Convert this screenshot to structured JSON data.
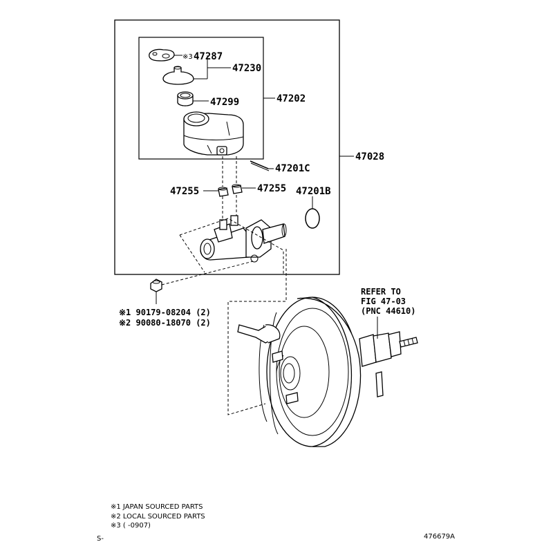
{
  "parts": {
    "p47287": "47287",
    "p47287_prefix": "※3",
    "p47230": "47230",
    "p47299": "47299",
    "p47202": "47202",
    "p47028": "47028",
    "p47201C": "47201C",
    "p47255_left": "47255",
    "p47255_right": "47255",
    "p47201B": "47201B",
    "fastener1": "※1 90179-08204 (2)",
    "fastener2": "※2 90080-18070 (2)"
  },
  "refer": {
    "line1": "REFER TO",
    "line2": "FIG 47-03",
    "line3": "(PNC 44610)"
  },
  "notes": {
    "n1": "※1 JAPAN SOURCED PARTS",
    "n2": "※2 LOCAL SOURCED PARTS",
    "n3": "※3 (     -0907)"
  },
  "footer": {
    "left": "S-",
    "right": "476679A"
  }
}
